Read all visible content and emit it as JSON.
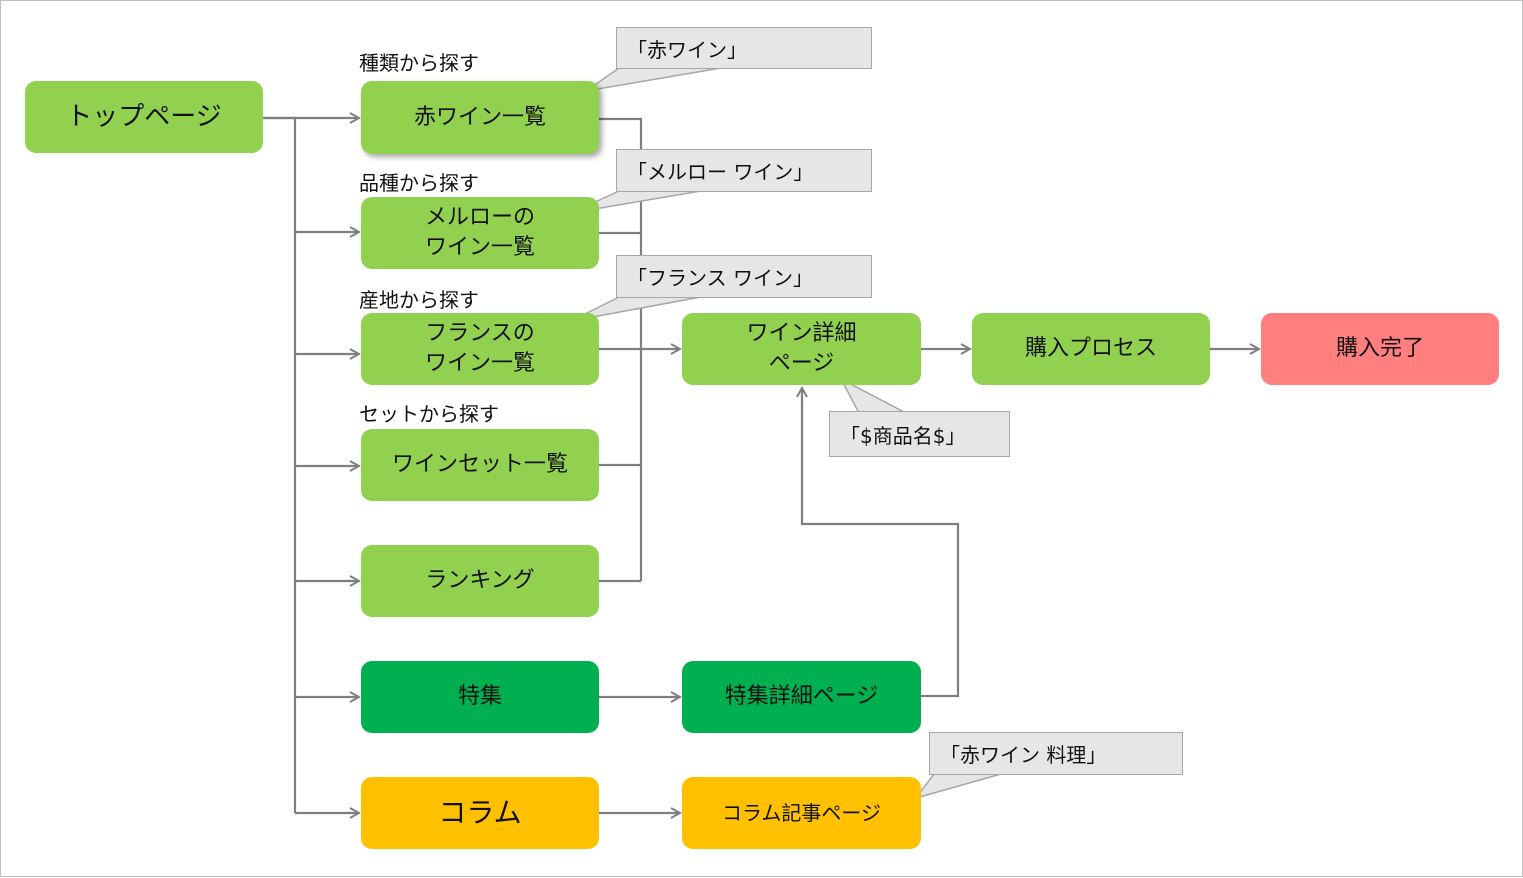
{
  "nodes": {
    "top": "トップページ",
    "red_list": "赤ワイン一覧",
    "merlot_list": "メルローの\nワイン一覧",
    "france_list": "フランスの\nワイン一覧",
    "set_list": "ワインセット一覧",
    "ranking": "ランキング",
    "feature": "特集",
    "feature_detail": "特集詳細ページ",
    "column": "コラム",
    "column_article": "コラム記事ページ",
    "wine_detail": "ワイン詳細\nページ",
    "purchase": "購入プロセス",
    "complete": "購入完了"
  },
  "labels": {
    "by_type": "種類から探す",
    "by_variety": "品種から探す",
    "by_region": "産地から探す",
    "by_set": "セットから探す"
  },
  "callouts": {
    "red": "「赤ワイン」",
    "merlot": "「メルロー ワイン」",
    "france": "「フランス ワイン」",
    "product": "「$商品名$」",
    "cuisine": "「赤ワイン 料理」"
  },
  "colors": {
    "light_green": "#92d050",
    "dark_green": "#00b050",
    "yellow": "#ffc000",
    "pink": "#ff7f7f",
    "connector": "#7f7f7f",
    "callout_fill": "#e6e6e6"
  }
}
